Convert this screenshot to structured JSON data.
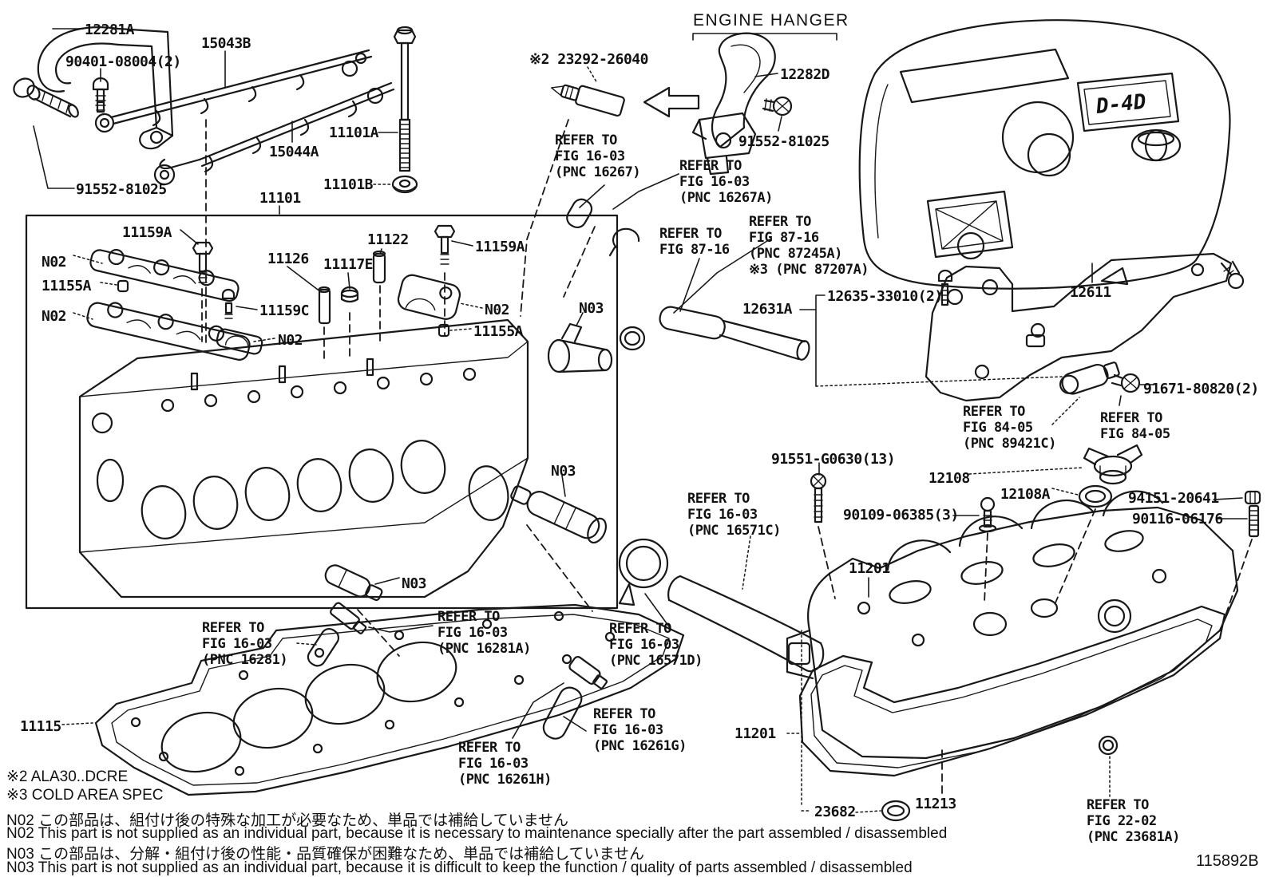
{
  "figure_code": "115892B",
  "engine_cover_badge": "D-4D",
  "labels": {
    "hook_12281A": "12281A",
    "bolt_90401": "90401-08004(2)",
    "rail_upper_15043B": "15043B",
    "rail_lower_15044A": "15044A",
    "head_bolt_11101A": "11101A",
    "washer_11101B": "11101B",
    "bolt_91552": "91552-81025",
    "cylinder_head_11101": "11101",
    "engine_hanger_title": "ENGINE HANGER",
    "injector_23292": "※2 23292-26040",
    "hanger_12282D": "12282D",
    "n02": "N02",
    "n03": "N03",
    "bolt_11159A": "11159A",
    "plug_11155A": "11155A",
    "guide_11126": "11126",
    "plug_11117E": "11117E",
    "guide_11122": "11122",
    "bolt_11159C": "11159C",
    "cover_12611": "12611",
    "bracket_12631A": "12631A",
    "bolt_12635": "12635-33010(2)",
    "bolt_91671": "91671-80820(2)",
    "bolt_91551": "91551-G0630(13)",
    "cap_12108": "12108",
    "seal_12108A": "12108A",
    "bolt_90109": "90109-06385(3)",
    "grommet_94151": "94151-20641",
    "stud_90116": "90116-06176",
    "valve_cover_11201": "11201",
    "head_gasket_11115": "11115",
    "cover_gasket_11213": "11213",
    "oring_23682": "23682"
  },
  "refs": {
    "fig16267": "REFER TO\nFIG 16-03\n(PNC 16267)",
    "fig16267A": "REFER TO\nFIG 16-03\n(PNC 16267A)",
    "fig8716": "REFER TO\nFIG 87-16",
    "fig8716b": "REFER TO\nFIG 87-16\n(PNC 87245A)\n※3 (PNC 87207A)",
    "fig8405a": "REFER TO\nFIG 84-05\n(PNC 89421C)",
    "fig8405b": "REFER TO\nFIG 84-05",
    "fig16571C": "REFER TO\nFIG 16-03\n(PNC 16571C)",
    "fig16571D": "REFER TO\nFIG 16-03\n(PNC 16571D)",
    "fig16281": "REFER TO\nFIG 16-03\n(PNC 16281)",
    "fig16281A": "REFER TO\nFIG 16-03\n(PNC 16281A)",
    "fig16261G": "REFER TO\nFIG 16-03\n(PNC 16261G)",
    "fig16261H": "REFER TO\nFIG 16-03\n(PNC 16261H)",
    "fig2202": "REFER TO\nFIG 22-02\n(PNC 23681A)"
  },
  "notes": {
    "spec2": "※2  ALA30..DCRE",
    "spec3": "※3 COLD AREA SPEC",
    "n02_jp": "N02  この部品は、組付け後の特殊な加工が必要なため、単品では補給していません",
    "n02_en": "N02  This part is not supplied as an individual part, because it is necessary to maintenance specially after the part assembled / disassembled",
    "n03_jp": "N03  この部品は、分解・組付け後の性能・品質確保が困難なため、単品では補給していません",
    "n03_en": "N03  This part is not supplied as an individual part, because it is difficult to keep the function / quality of parts  assembled / disassembled"
  }
}
